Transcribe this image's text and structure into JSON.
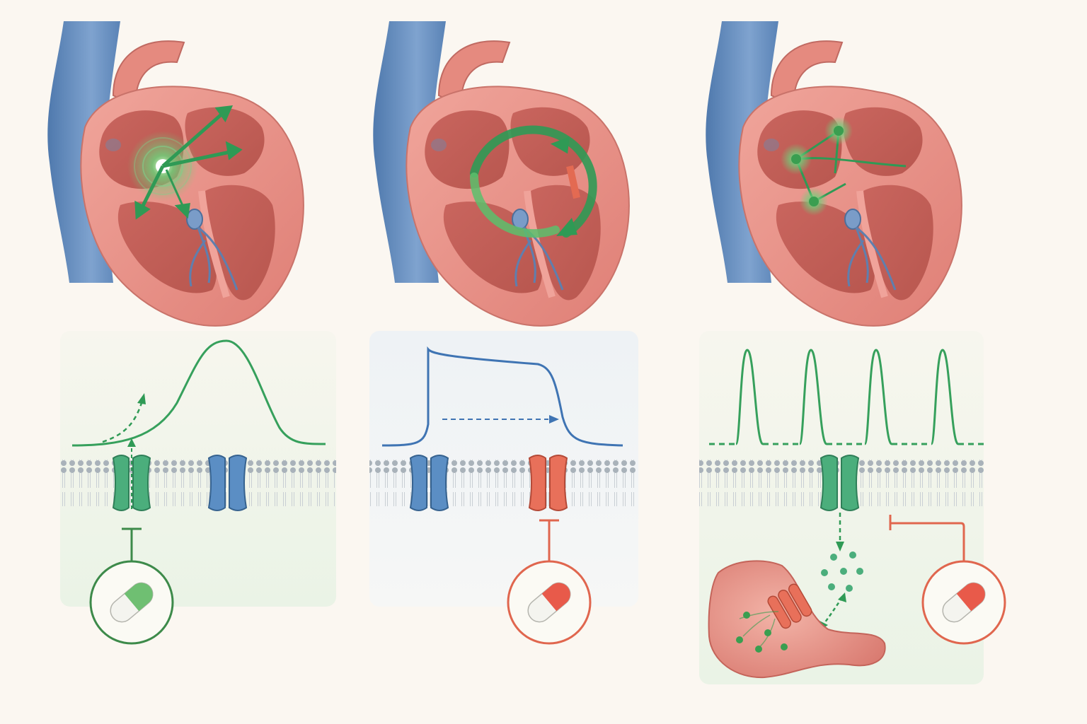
{
  "colors": {
    "background": "#fbf7f1",
    "heart_tissue": "#e8928a",
    "heart_inner": "#d8746c",
    "vein": "#5f86b8",
    "node": "#7a9cc8",
    "excitation_green": "#2f9a55",
    "sodium_channel_green": "#4bae7c",
    "potassium_channel_blue": "#5b8ec4",
    "calcium_channel_red": "#e8705a",
    "drug_green_ring": "#3d8a4a",
    "drug_red_ring": "#e0664e",
    "waveform_green": "#36a05c",
    "waveform_blue": "#3f74b3"
  },
  "panels": [
    {
      "id": "automaticity",
      "heart_icon": "ectopic-focus-icon",
      "waveform": "slow-depolarization-action-potential",
      "channel_icons": [
        "sodium-channel-icon",
        "potassium-channel-icon"
      ],
      "drug": "green-white-capsule-icon"
    },
    {
      "id": "reentry",
      "heart_icon": "reentry-circuit-icon",
      "waveform": "prolonged-plateau-action-potential",
      "channel_icons": [
        "potassium-channel-icon",
        "calcium-channel-icon"
      ],
      "drug": "red-white-capsule-icon"
    },
    {
      "id": "triggered-activity",
      "heart_icon": "multiple-foci-icon",
      "waveform": "repetitive-spikes",
      "channel_icons": [
        "sodium-channel-icon",
        "sarcoplasmic-reticulum-icon"
      ],
      "drug": "red-white-capsule-icon"
    }
  ]
}
